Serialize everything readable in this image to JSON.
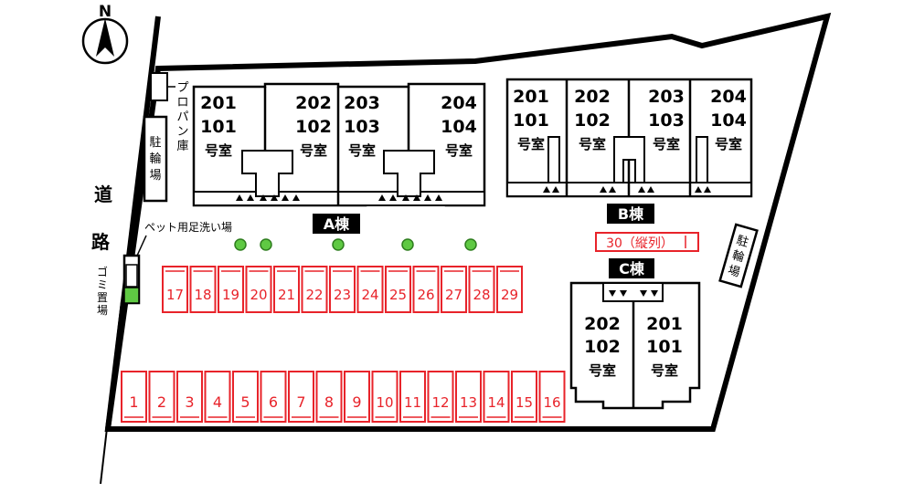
{
  "compass": {
    "label": "N"
  },
  "road": {
    "chars": [
      "道",
      "路"
    ]
  },
  "facilities": {
    "propane": [
      "プ",
      "ロ",
      "パ",
      "ン",
      "庫"
    ],
    "bike_left": [
      "駐",
      "輪",
      "場"
    ],
    "bike_right": [
      "駐",
      "輪",
      "場"
    ],
    "garbage": [
      "ゴ",
      "ミ",
      "置",
      "場"
    ],
    "pet_wash": "ペット用足洗い場"
  },
  "buildings": {
    "A": {
      "name": "A棟",
      "units": [
        {
          "upper": "201",
          "lower": "101",
          "suffix": "号室"
        },
        {
          "upper": "202",
          "lower": "102",
          "suffix": "号室"
        },
        {
          "upper": "203",
          "lower": "103",
          "suffix": "号室"
        },
        {
          "upper": "204",
          "lower": "104",
          "suffix": "号室"
        }
      ]
    },
    "B": {
      "name": "B棟",
      "units": [
        {
          "upper": "201",
          "lower": "101",
          "suffix": "号室"
        },
        {
          "upper": "202",
          "lower": "102",
          "suffix": "号室"
        },
        {
          "upper": "203",
          "lower": "103",
          "suffix": "号室"
        },
        {
          "upper": "204",
          "lower": "104",
          "suffix": "号室"
        }
      ]
    },
    "C": {
      "name": "C棟",
      "units": [
        {
          "upper": "202",
          "lower": "102",
          "suffix": "号室"
        },
        {
          "upper": "201",
          "lower": "101",
          "suffix": "号室"
        }
      ]
    }
  },
  "parking": {
    "upper_row": [
      "17",
      "18",
      "19",
      "20",
      "21",
      "22",
      "23",
      "24",
      "25",
      "26",
      "27",
      "28",
      "29"
    ],
    "lower_row": [
      "1",
      "2",
      "3",
      "4",
      "5",
      "6",
      "7",
      "8",
      "9",
      "10",
      "11",
      "12",
      "13",
      "14",
      "15",
      "16"
    ],
    "tandem": "30（縦列）"
  },
  "colors": {
    "parking": "#e8232a",
    "tree": "#5fc943",
    "tree_stroke": "#2e7d1e",
    "label_bg": "#000000",
    "label_text": "#ffffff",
    "line": "#000000"
  }
}
